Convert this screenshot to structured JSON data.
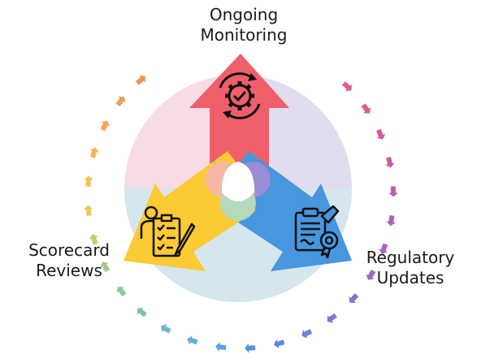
{
  "diagram": {
    "labels": {
      "top": [
        "Ongoing",
        "Monitoring"
      ],
      "left": [
        "Scorecard",
        "Reviews"
      ],
      "right": [
        "Regulatory",
        "Updates"
      ]
    },
    "icons": {
      "top": "gear-check-cycle-icon",
      "left": "person-checklist-icon",
      "right": "clipboard-document-stamp-icon"
    },
    "colors": {
      "top_arrow": "#ef5f6a",
      "left_arrow": "#fcca34",
      "right_arrow": "#4796de",
      "bg_pink": "#f7dce6",
      "bg_lavender": "#e1dcee",
      "bg_blue": "#d6e6ee",
      "center": "#ffffff",
      "icon": "#111111"
    }
  }
}
